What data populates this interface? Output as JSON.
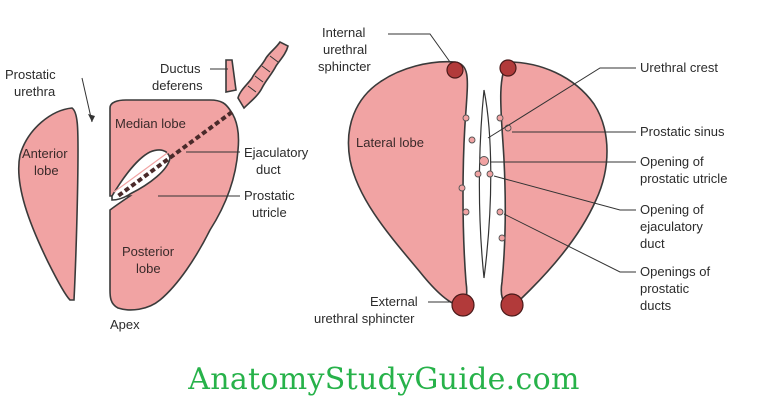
{
  "left_figure": {
    "labels": {
      "prostatic_urethra_1": "Prostatic",
      "prostatic_urethra_2": "urethra",
      "ductus_deferens_1": "Ductus",
      "ductus_deferens_2": "deferens",
      "anterior_lobe_1": "Anterior",
      "anterior_lobe_2": "lobe",
      "median_lobe": "Median lobe",
      "ejaculatory_duct_1": "Ejaculatory",
      "ejaculatory_duct_2": "duct",
      "prostatic_utricle_1": "Prostatic",
      "prostatic_utricle_2": "utricle",
      "posterior_lobe_1": "Posterior",
      "posterior_lobe_2": "lobe",
      "apex": "Apex"
    }
  },
  "right_figure": {
    "labels": {
      "internal_sphincter_1": "Internal",
      "internal_sphincter_2": "urethral",
      "internal_sphincter_3": "sphincter",
      "lateral_lobe": "Lateral lobe",
      "urethral_crest": "Urethral crest",
      "prostatic_sinus": "Prostatic sinus",
      "opening_utricle_1": "Opening of",
      "opening_utricle_2": "prostatic utricle",
      "opening_ejaculatory_1": "Opening of",
      "opening_ejaculatory_2": "ejaculatory",
      "opening_ejaculatory_3": "duct",
      "openings_ducts_1": "Openings of",
      "openings_ducts_2": "prostatic",
      "openings_ducts_3": "ducts",
      "external_sphincter_1": "External",
      "external_sphincter_2": "urethral sphincter"
    }
  },
  "watermark": "AnatomyStudyGuide.com",
  "colors": {
    "organ_fill": "#f1a3a3",
    "sphincter_fill": "#b23a3a",
    "watermark": "#27b24a"
  }
}
